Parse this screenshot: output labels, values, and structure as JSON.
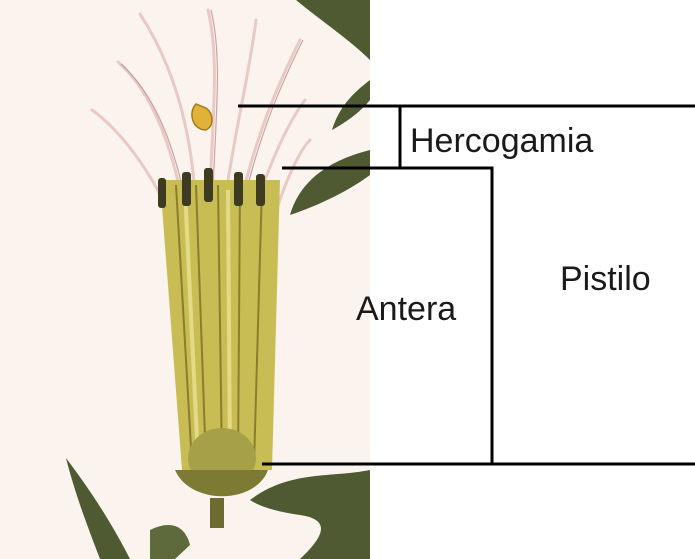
{
  "labels": {
    "hercogamia": "Hercogamia",
    "pistilo": "Pistilo",
    "antera": "Antera"
  },
  "colors": {
    "background": "#ffffff",
    "paper": "#fbf3ee",
    "tube": "#c8bd55",
    "tube_light": "#e3da86",
    "leaf": "#4f5a33",
    "filament": "#e9c9c6",
    "anther": "#3f3a22",
    "stigma": "#e0b23a",
    "lines": "#000000"
  }
}
